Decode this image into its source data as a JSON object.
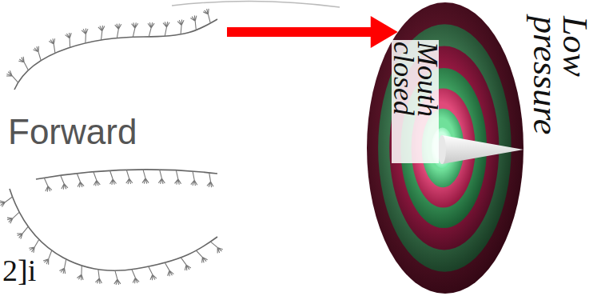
{
  "diagram": {
    "nodes": [
      {
        "text": [
          "Forward"
        ]
      },
      {
        "text": [
          "Mouth closed",
          "Low pressure"
        ]
      }
    ],
    "edges": [
      {
        "from": 0,
        "to": 1,
        "arrow": "to"
      }
    ],
    "labels": [
      "2]i"
    ]
  }
}
